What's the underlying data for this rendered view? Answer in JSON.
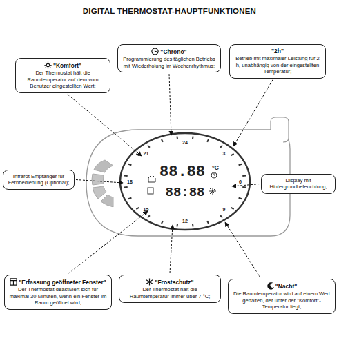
{
  "diagram": {
    "title": "DIGITAL THERMOSTAT-HAUPTFUNKTIONEN",
    "nodes": [
      {
        "text": [
          "\"Komfort\"",
          "Der Thermostat hält die Raumtemperatur auf dem vom Benutzer eingestellten Wert;"
        ]
      },
      {
        "text": [
          "\"Chrono\"",
          "Programmierung des täglichen Betriebs mit Wiederholung im Wochenrhythmus;"
        ]
      },
      {
        "text": [
          "\"2h\"",
          "Betrieb mit maximaler Leistung für 2 h, unabhängig von der eingestellten Temperatur;"
        ]
      },
      {
        "text": [
          "Infrarot Empfänger für Fernbedienung (Optional);"
        ]
      },
      {
        "text": [
          "Display mit Hintergrundbeleuchtung;"
        ]
      },
      {
        "text": [
          "\"Erfassung geöffneter Fenster\"",
          "Der Thermostat deaktiviert sich für maximal 30 Minuten, wenn ein Fenster im Raum geöffnet wird;"
        ]
      },
      {
        "text": [
          "\"Frostschutz\"",
          "Der Thermostat hält die Raumtemperatur immer über 7 °C;"
        ]
      },
      {
        "text": [
          "\"Nacht\"",
          "Die Raumtemperatur wird auf einem Wert gehalten, der unter der \"Komfort\"-Temperatur liegt;"
        ]
      }
    ],
    "labels": [
      "88.88",
      "°C",
      "88:88",
      "24",
      "3",
      "6",
      "9",
      "12",
      "15",
      "18",
      "21"
    ]
  }
}
